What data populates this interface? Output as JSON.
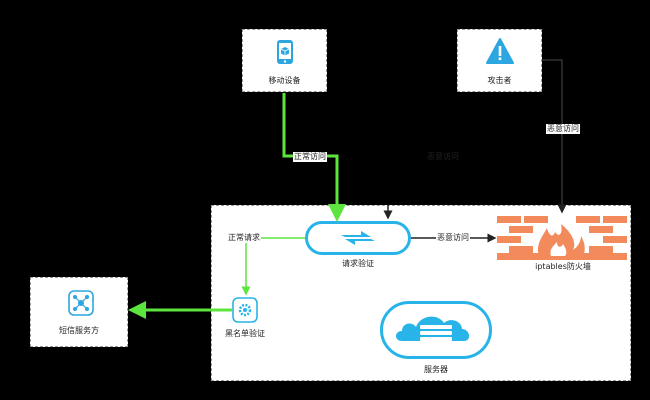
{
  "nodes": {
    "mobile": {
      "label": "移动设备",
      "icon": "mobile-device-icon"
    },
    "attacker": {
      "label": "攻击者",
      "icon": "warning-icon"
    },
    "sms": {
      "label": "短信服务方",
      "icon": "share-network-icon"
    },
    "request_check": {
      "label": "请求验证",
      "icon": "exchange-icon"
    },
    "firewall": {
      "label": "iptables防火墙",
      "icon": "firewall-icon"
    },
    "blacklist": {
      "label": "黑名单验证",
      "icon": "gear-icon"
    },
    "server": {
      "label": "服务器",
      "icon": "server-cloud-icon"
    }
  },
  "edges": {
    "normal_access": "正常访问",
    "malicious_access_attacker": "恶意访问",
    "malicious_access_middle": "恶意访问",
    "malicious_access_firewall": "恶意访问",
    "normal_request": "正常请求"
  },
  "colors": {
    "normal": "#5ee43e",
    "malicious": "#333333",
    "accent_blue": "#28b4e8",
    "firewall": "#f28a5c"
  }
}
